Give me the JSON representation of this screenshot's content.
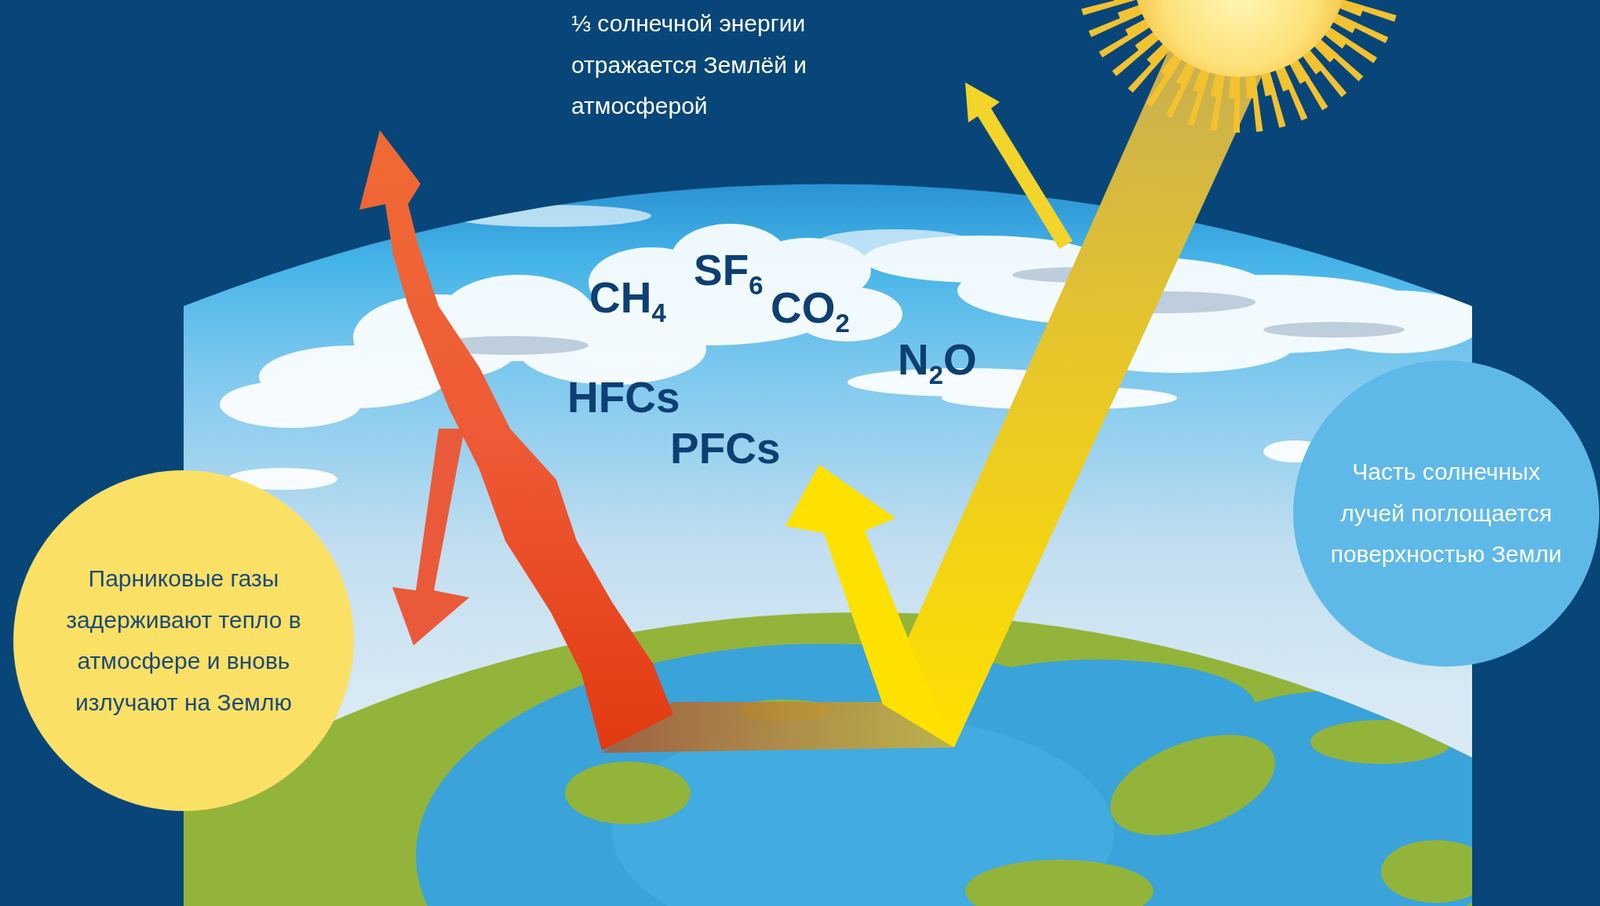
{
  "diagram": {
    "nodes": [
      {
        "text": [
          "Парниковые газы задерживают тепло в атмосфере и вновь излучают на Землю"
        ]
      },
      {
        "text": [
          "Часть солнечных лучей поглощается поверхностью Земли"
        ]
      }
    ],
    "labels": [
      "⅓ солнечной энергии отражается Землёй и атмосферой",
      "CH4",
      "SF6",
      "CO2",
      "N2O",
      "HFCs",
      "PFCs"
    ]
  }
}
